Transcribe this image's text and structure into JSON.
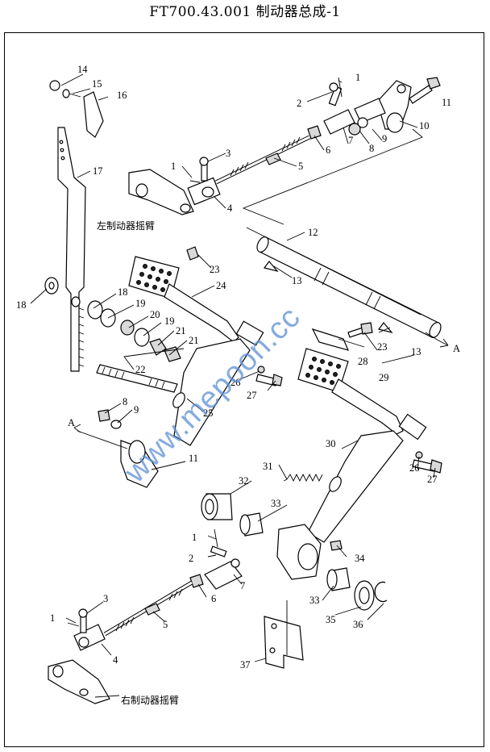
{
  "title": "FT700.43.001  制动器总成-1",
  "notes": {
    "left_arm": "左制动器摇臂",
    "right_arm": "右制动器摇臂",
    "arrow_a1": "A",
    "arrow_a2": "A"
  },
  "watermark": "www.mepoon.cc",
  "callouts": [
    "1",
    "2",
    "3",
    "4",
    "5",
    "6",
    "7",
    "8",
    "9",
    "10",
    "11",
    "12",
    "13",
    "14",
    "15",
    "16",
    "17",
    "18",
    "19",
    "20",
    "21",
    "22",
    "23",
    "24",
    "25",
    "26",
    "27",
    "28",
    "29",
    "30",
    "31",
    "32",
    "33",
    "34",
    "35",
    "36",
    "37"
  ],
  "colors": {
    "line": "#000000",
    "watermark": "#5b8fd6",
    "fill": "#ffffff"
  }
}
